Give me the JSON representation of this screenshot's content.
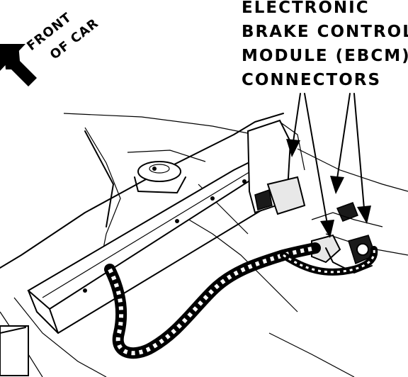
{
  "orientation": {
    "line1": "FRONT",
    "line2": "OF CAR"
  },
  "callout": {
    "lines": [
      "ELECTRONIC",
      "BRAKE CONTROL",
      "MODULE (EBCM)",
      "CONNECTORS"
    ]
  }
}
